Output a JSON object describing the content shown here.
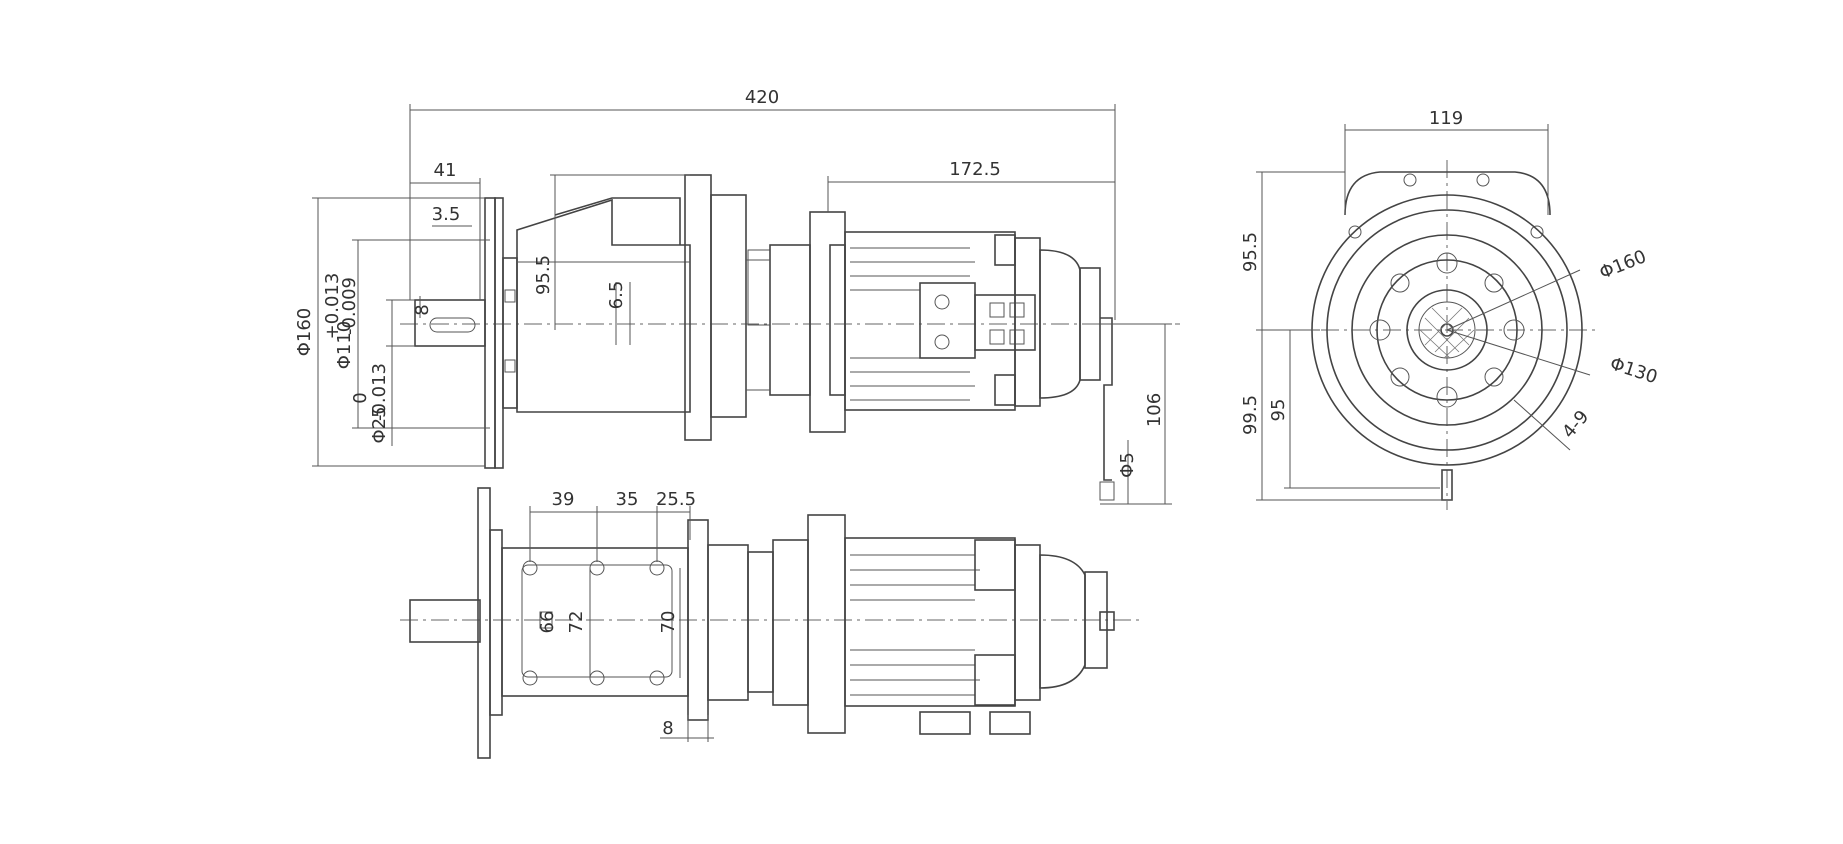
{
  "dims": {
    "overall_length": "420",
    "shaft_length": "41",
    "shaft_shoulder": "3.5",
    "flange_dia": "Φ160",
    "pilot_dia": "Φ110",
    "pilot_tol_upper": "+0.013",
    "pilot_tol_lower": "-0.009",
    "shaft_dia": "Φ25",
    "shaft_tol_upper": "0",
    "shaft_tol_lower": "-0.013",
    "key_width": "8",
    "gear_center_height": "95.5",
    "gear_offset": "6.5",
    "motor_length": "172.5",
    "brake_height": "106",
    "lever_dia": "Φ5",
    "hole_pitch_1": "39",
    "hole_pitch_2": "35",
    "hole_pitch_3": "25.5",
    "height_66": "66",
    "height_72": "72",
    "height_70": "70",
    "flange_thk": "8",
    "end_width": "119",
    "end_upper": "95.5",
    "end_lower_total": "99.5",
    "end_lower": "95",
    "bolt_circle_1": "Φ160",
    "bolt_circle_2": "Φ130",
    "holes": "4-9"
  }
}
